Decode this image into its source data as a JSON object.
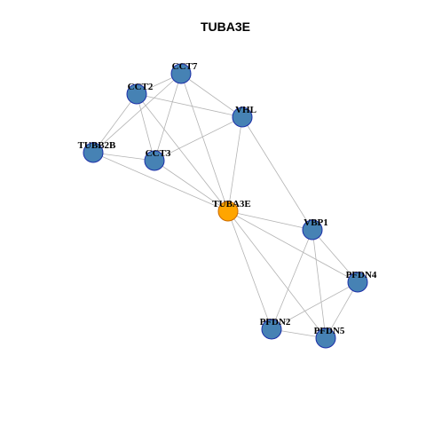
{
  "graph": {
    "title": "TUBA3E",
    "colors": {
      "edge": "#b3b3b3",
      "node_fill": "#4682b4",
      "node_stroke": "#1c2fa8",
      "focus_fill": "#ffa500",
      "focus_stroke": "#cc6a00"
    },
    "nodes": [
      {
        "id": "CCT7",
        "label": "CCT7",
        "focus": false
      },
      {
        "id": "CCT2",
        "label": "CCT2",
        "focus": false
      },
      {
        "id": "VHL",
        "label": "VHL",
        "focus": false
      },
      {
        "id": "TUBB2B",
        "label": "TUBB2B",
        "focus": false
      },
      {
        "id": "CCT3",
        "label": "CCT3",
        "focus": false
      },
      {
        "id": "TUBA3E",
        "label": "TUBA3E",
        "focus": true
      },
      {
        "id": "VBP1",
        "label": "VBP1",
        "focus": false
      },
      {
        "id": "PFDN4",
        "label": "PFDN4",
        "focus": false
      },
      {
        "id": "PFDN2",
        "label": "PFDN2",
        "focus": false
      },
      {
        "id": "PFDN5",
        "label": "PFDN5",
        "focus": false
      }
    ],
    "edges": [
      [
        "CCT7",
        "CCT2"
      ],
      [
        "CCT7",
        "VHL"
      ],
      [
        "CCT7",
        "TUBB2B"
      ],
      [
        "CCT7",
        "CCT3"
      ],
      [
        "CCT7",
        "TUBA3E"
      ],
      [
        "CCT2",
        "VHL"
      ],
      [
        "CCT2",
        "TUBB2B"
      ],
      [
        "CCT2",
        "CCT3"
      ],
      [
        "CCT2",
        "TUBA3E"
      ],
      [
        "VHL",
        "CCT3"
      ],
      [
        "VHL",
        "TUBA3E"
      ],
      [
        "VHL",
        "VBP1"
      ],
      [
        "TUBB2B",
        "CCT3"
      ],
      [
        "TUBB2B",
        "TUBA3E"
      ],
      [
        "CCT3",
        "TUBA3E"
      ],
      [
        "TUBA3E",
        "VBP1"
      ],
      [
        "TUBA3E",
        "PFDN4"
      ],
      [
        "TUBA3E",
        "PFDN2"
      ],
      [
        "TUBA3E",
        "PFDN5"
      ],
      [
        "VBP1",
        "PFDN4"
      ],
      [
        "VBP1",
        "PFDN2"
      ],
      [
        "VBP1",
        "PFDN5"
      ],
      [
        "PFDN4",
        "PFDN2"
      ],
      [
        "PFDN4",
        "PFDN5"
      ],
      [
        "PFDN2",
        "PFDN5"
      ]
    ]
  }
}
